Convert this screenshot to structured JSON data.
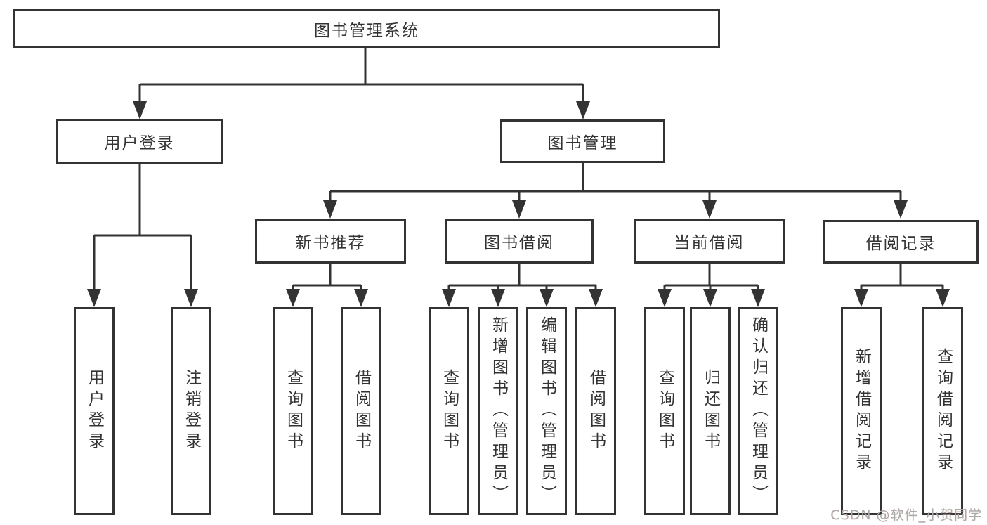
{
  "diagram": {
    "root": {
      "label": "图书管理系统",
      "children": [
        {
          "label": "用户登录",
          "children": [
            {
              "label": "用户登录"
            },
            {
              "label": "注销登录"
            }
          ]
        },
        {
          "label": "图书管理",
          "children": [
            {
              "label": "新书推荐",
              "children": [
                {
                  "label": "查询图书"
                },
                {
                  "label": "借阅图书"
                }
              ]
            },
            {
              "label": "图书借阅",
              "children": [
                {
                  "label": "查询图书"
                },
                {
                  "label": "新增图书（管理员）"
                },
                {
                  "label": "编辑图书（管理员）"
                },
                {
                  "label": "借阅图书"
                }
              ]
            },
            {
              "label": "当前借阅",
              "children": [
                {
                  "label": "查询图书"
                },
                {
                  "label": "归还图书"
                },
                {
                  "label": "确认归还（管理员）"
                }
              ]
            },
            {
              "label": "借阅记录",
              "children": [
                {
                  "label": "新增借阅记录"
                },
                {
                  "label": "查询借阅记录"
                }
              ]
            }
          ]
        }
      ]
    }
  },
  "watermark": {
    "text": "CSDN @软件_小贺同学"
  },
  "colors": {
    "line": "#333333",
    "box_border": "#333333",
    "text": "#333333",
    "background": "#ffffff",
    "watermark": "#aaaaaa"
  }
}
